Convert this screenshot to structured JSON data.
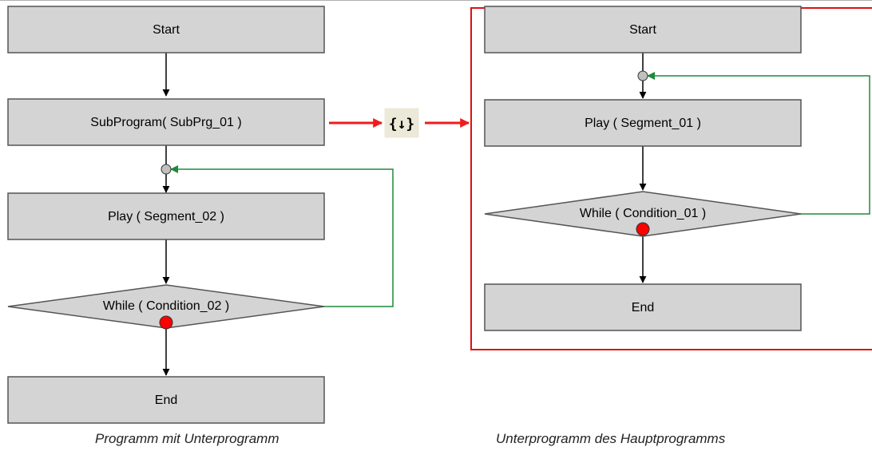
{
  "colors": {
    "box_fill": "#d4d4d4",
    "box_stroke": "#555555",
    "flow_arrow": "#000000",
    "loop_arrow": "#1e8a3a",
    "link_arrow": "#ee1c1c",
    "frame": "#e01010",
    "loop_point": "#c0c0c0",
    "condition_point": "#ff0000",
    "icon_background": "#ece9d8"
  },
  "left_program": {
    "nodes": [
      {
        "id": "start",
        "shape": "box",
        "label": "Start"
      },
      {
        "id": "subprogram",
        "shape": "box",
        "label": "SubProgram( SubPrg_01 )"
      },
      {
        "id": "play",
        "shape": "box",
        "label": "Play ( Segment_02 )"
      },
      {
        "id": "while",
        "shape": "diamond",
        "label": "While ( Condition_02 )"
      },
      {
        "id": "end",
        "shape": "box",
        "label": "End"
      }
    ],
    "caption": "Programm mit Unterprogramm"
  },
  "right_program": {
    "nodes": [
      {
        "id": "start",
        "shape": "box",
        "label": "Start"
      },
      {
        "id": "play",
        "shape": "box",
        "label": "Play ( Segment_01 )"
      },
      {
        "id": "while",
        "shape": "diamond",
        "label": "While ( Condition_01 )"
      },
      {
        "id": "end",
        "shape": "box",
        "label": "End"
      }
    ],
    "caption": "Unterprogramm des Hauptprogramms"
  },
  "link_icon": {
    "name": "subprogram-icon",
    "glyph": "{↓}"
  }
}
